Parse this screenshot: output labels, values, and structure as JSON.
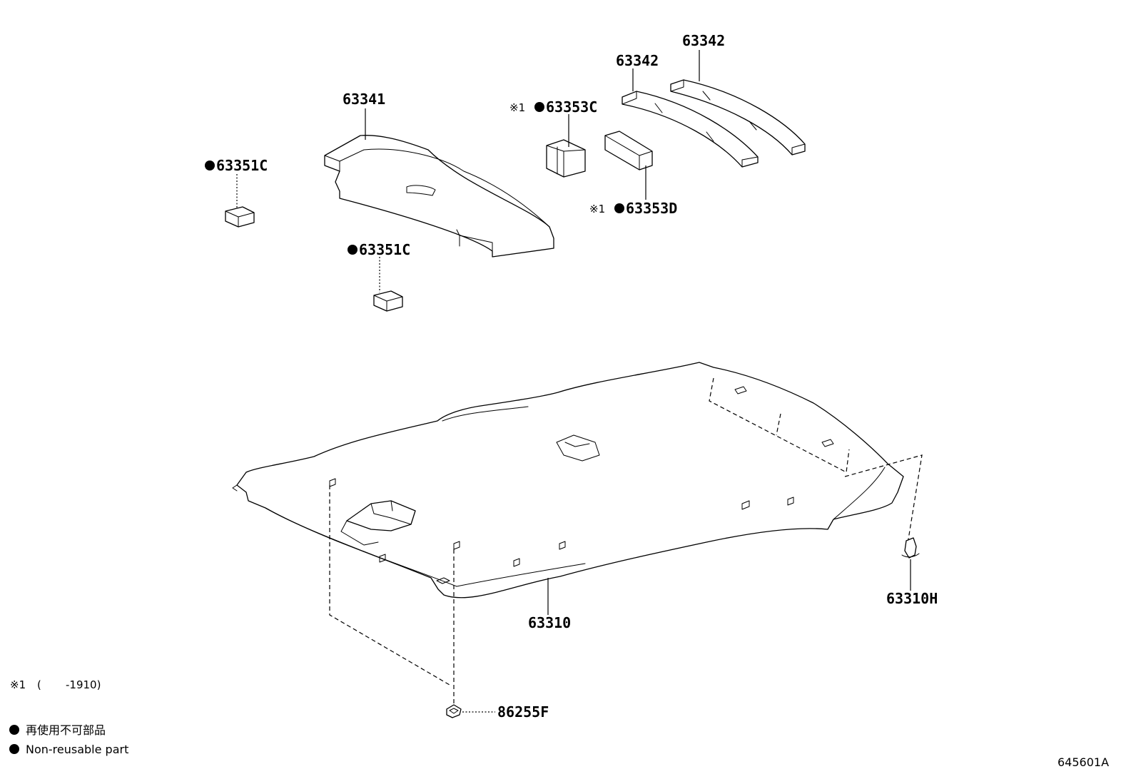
{
  "callouts": {
    "c63342_a": "63342",
    "c63342_b": "63342",
    "c63341": "63341",
    "c63353C": "63353C",
    "c63353C_mark": "※1",
    "c63353D": "63353D",
    "c63353D_mark": "※1",
    "c63351C_a": "63351C",
    "c63351C_b": "63351C",
    "c63310": "63310",
    "c63310H": "63310H",
    "c86255F": "86255F"
  },
  "note": {
    "mark": "※1",
    "open": "(",
    "range": "-1910)"
  },
  "legend": {
    "japanese": "再使用不可部品",
    "english": "Non-reusable part"
  },
  "figure_code": "645601A"
}
